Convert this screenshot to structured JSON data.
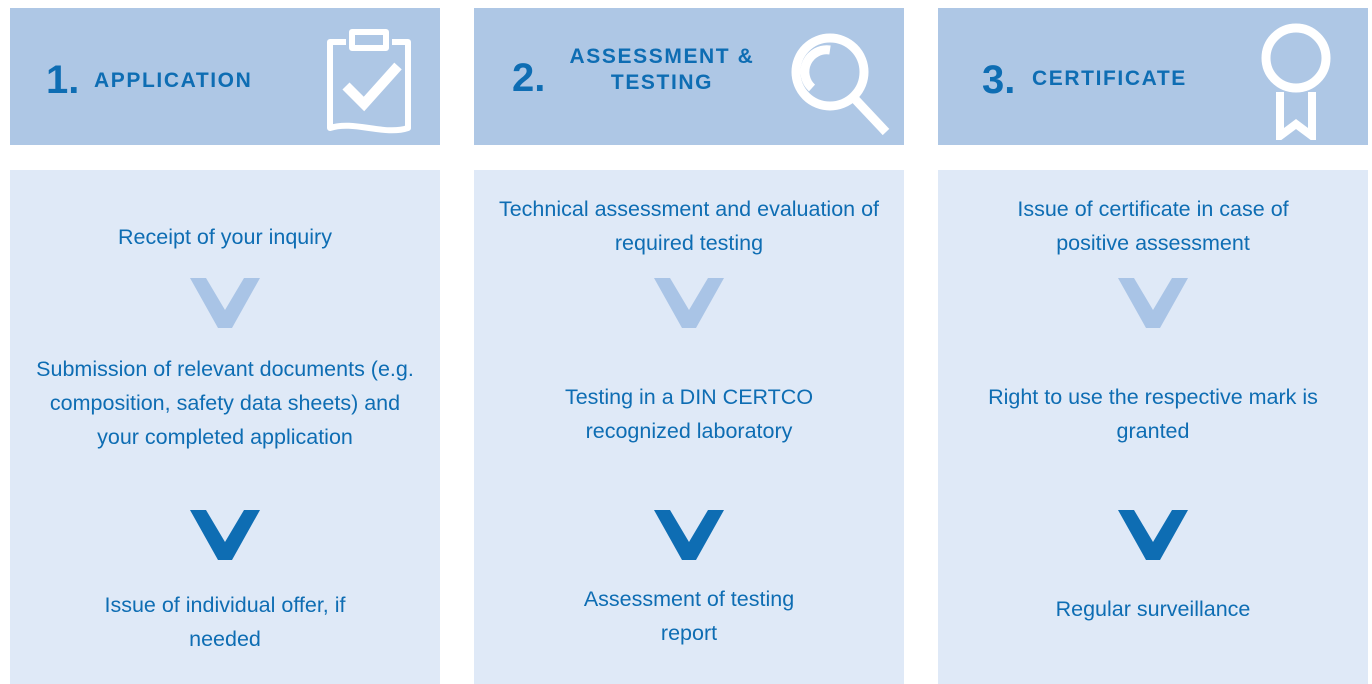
{
  "columns": [
    {
      "number": "1.",
      "title": "APPLICATION",
      "icon": "clipboard-check-icon",
      "steps": [
        "Receipt of your inquiry",
        "Submission of relevant documents (e.g. composition, safety data sheets) and your completed application",
        "Issue of individual offer, if needed"
      ]
    },
    {
      "number": "2.",
      "title": "ASSESSMENT & TESTING",
      "icon": "magnifier-icon",
      "steps": [
        "Technical assessment and evaluation of required testing",
        "Testing in a DIN CERTCO recognized laboratory",
        "Assessment of testing report"
      ]
    },
    {
      "number": "3.",
      "title": "CERTIFICATE",
      "icon": "award-ribbon-icon",
      "steps": [
        "Issue of certificate in case of positive assessment",
        "Right to use the respective mark is granted",
        "Regular surveillance"
      ]
    }
  ],
  "colors": {
    "header_bg": "#aec7e5",
    "body_bg": "#dfe9f7",
    "accent": "#0e6db3",
    "chevron_light": "#a9c4e6",
    "chevron_dark": "#0e6db3"
  }
}
